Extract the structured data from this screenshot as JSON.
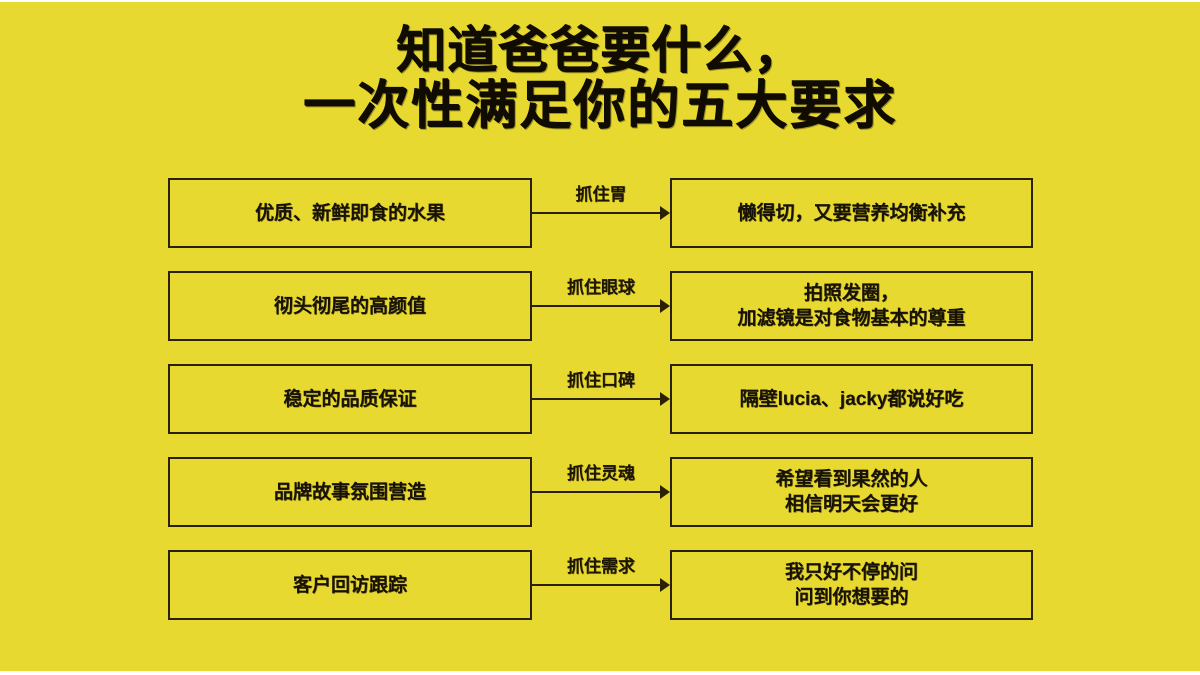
{
  "slide": {
    "background_color": "#E8D930",
    "ink_color": "#171205",
    "title": {
      "line1": "知道爸爸要什么，",
      "line2": "一次性满足你的五大要求"
    }
  },
  "flow": {
    "rows": [
      {
        "left": "优质、新鲜即食的水果",
        "connector": "抓住胃",
        "right": "懒得切，又要营养均衡补充"
      },
      {
        "left": "彻头彻尾的高颜值",
        "connector": "抓住眼球",
        "right": "拍照发圈，\n加滤镜是对食物基本的尊重"
      },
      {
        "left": "稳定的品质保证",
        "connector": "抓住口碑",
        "right": "隔壁lucia、jacky都说好吃"
      },
      {
        "left": "品牌故事氛围营造",
        "connector": "抓住灵魂",
        "right": "希望看到果然的人\n相信明天会更好"
      },
      {
        "left": "客户回访跟踪",
        "connector": "抓住需求",
        "right": "我只好不停的问\n问到你想要的"
      }
    ]
  }
}
